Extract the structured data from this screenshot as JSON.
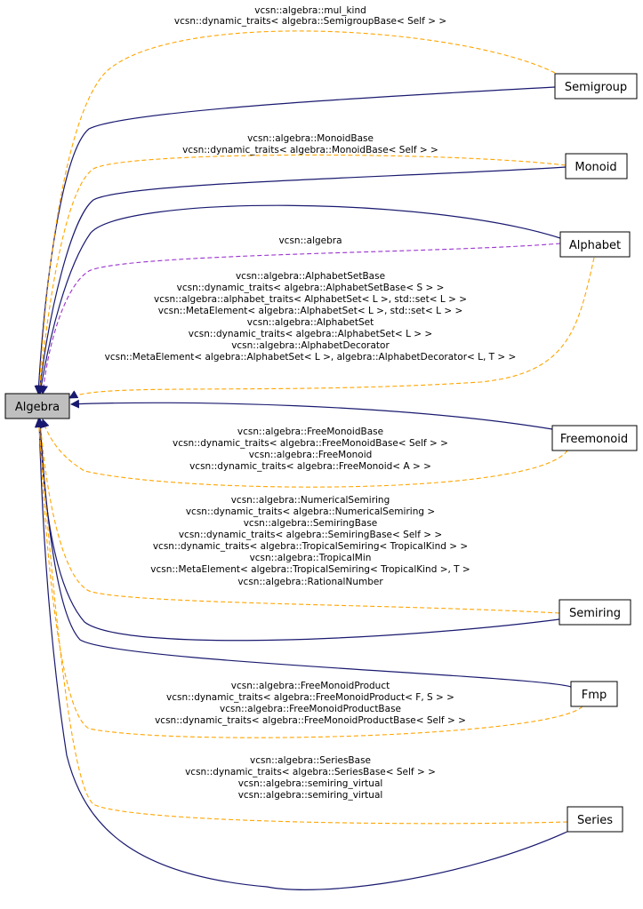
{
  "nodes": {
    "algebra": "Algebra",
    "semigroup": "Semigroup",
    "monoid": "Monoid",
    "alphabet": "Alphabet",
    "freemonoid": "Freemonoid",
    "semiring": "Semiring",
    "fmp": "Fmp",
    "series": "Series"
  },
  "labels": {
    "semigroup": [
      "vcsn::algebra::mul_kind",
      "vcsn::dynamic_traits< algebra::SemigroupBase< Self > >"
    ],
    "monoid": [
      "vcsn::algebra::MonoidBase",
      "vcsn::dynamic_traits< algebra::MonoidBase< Self > >"
    ],
    "alphabet_ns": [
      "vcsn::algebra"
    ],
    "alphabet": [
      "vcsn::algebra::AlphabetSetBase",
      "vcsn::dynamic_traits< algebra::AlphabetSetBase< S > >",
      "vcsn::algebra::alphabet_traits< AlphabetSet< L >, std::set< L > >",
      "vcsn::MetaElement< algebra::AlphabetSet< L >, std::set< L > >",
      "vcsn::algebra::AlphabetSet",
      "vcsn::dynamic_traits< algebra::AlphabetSet< L > >",
      "vcsn::algebra::AlphabetDecorator",
      "vcsn::MetaElement< algebra::AlphabetSet< L >, algebra::AlphabetDecorator< L, T > >"
    ],
    "freemonoid": [
      "vcsn::algebra::FreeMonoidBase",
      "vcsn::dynamic_traits< algebra::FreeMonoidBase< Self > >",
      "vcsn::algebra::FreeMonoid",
      "vcsn::dynamic_traits< algebra::FreeMonoid< A > >"
    ],
    "semiring": [
      "vcsn::algebra::NumericalSemiring",
      "vcsn::dynamic_traits< algebra::NumericalSemiring >",
      "vcsn::algebra::SemiringBase",
      "vcsn::dynamic_traits< algebra::SemiringBase< Self > >",
      "vcsn::dynamic_traits< algebra::TropicalSemiring< TropicalKind > >",
      "vcsn::algebra::TropicalMin",
      "vcsn::MetaElement< algebra::TropicalSemiring< TropicalKind >, T >",
      "vcsn::algebra::RationalNumber"
    ],
    "fmp": [
      "vcsn::algebra::FreeMonoidProduct",
      "vcsn::dynamic_traits< algebra::FreeMonoidProduct< F, S > >",
      "vcsn::algebra::FreeMonoidProductBase",
      "vcsn::dynamic_traits< algebra::FreeMonoidProductBase< Self > >"
    ],
    "series": [
      "vcsn::algebra::SeriesBase",
      "vcsn::dynamic_traits< algebra::SeriesBase< Self > >",
      "vcsn::algebra::semiring_virtual",
      "vcsn::algebra::semiring_virtual"
    ]
  },
  "colors": {
    "inheritance": "#191970",
    "usage": "#ffa500",
    "namespace": "#9a32cd",
    "root_fill": "#bfbfbf"
  }
}
